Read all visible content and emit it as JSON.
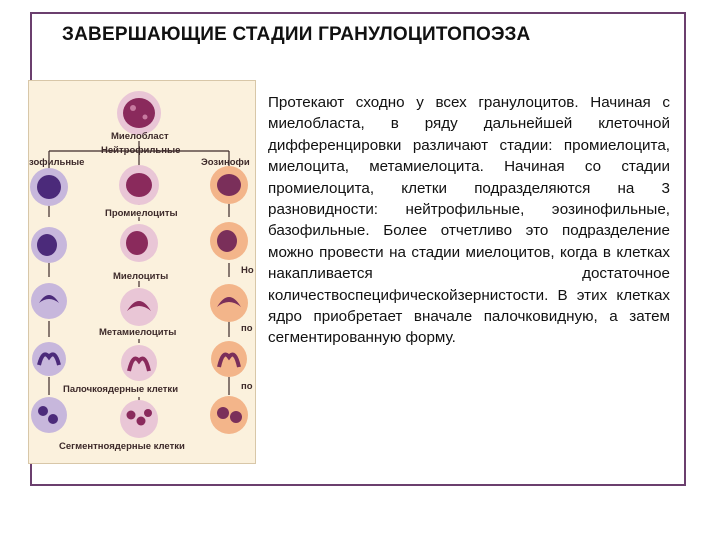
{
  "slide": {
    "title": "ЗАВЕРШАЮЩИЕ СТАДИИ ГРАНУЛОЦИТОПОЭЗА",
    "body": "Протекают сходно у всех гранулоцитов. Начиная с миелобласта, в ряду дальнейшей клеточной дифференцировки различают стадии: промиелоцита, миелоцита, метамиелоцита. Начиная со стадии промиелоцита, клетки подразделяются на 3 разновидности: нейтрофильные, эозинофильные, базофильные. Более отчетливо это подразделение можно провести на стадии миелоцитов, когда в клетках накапливается достаточное количествоспецифическойзернистости. В этих клетках ядро приобретает вначале палочковидную, а затем сегментированную форму."
  },
  "figure": {
    "labels": {
      "myeloblast": "Миелобласт",
      "neutrophilic": "Нейтрофильные",
      "basophilic_cut": "зофильные",
      "eosinophilic_cut": "Эозинофи",
      "promyelocytes": "Промиелоциты",
      "myelocytes": "Миелоциты",
      "metamyelocytes": "Метамиелоциты",
      "band_cells": "Палочкоядерные клетки",
      "segmented_cells": "Сегментноядерные клетки",
      "right_cut_1": "Но",
      "right_cut_2": "по",
      "right_cut_3": "по"
    },
    "colors": {
      "background": "#fbf1dd",
      "neutrophil_cell": "#e9c6d6",
      "neutrophil_nucleus": "#8a2a5c",
      "basophil_cell": "#c7b7dc",
      "basophil_nucleus": "#4b2a7a",
      "eosinophil_cell": "#f3b58a",
      "eosinophil_nucleus": "#7a2f5a",
      "arrow": "#3d2a2a"
    }
  }
}
